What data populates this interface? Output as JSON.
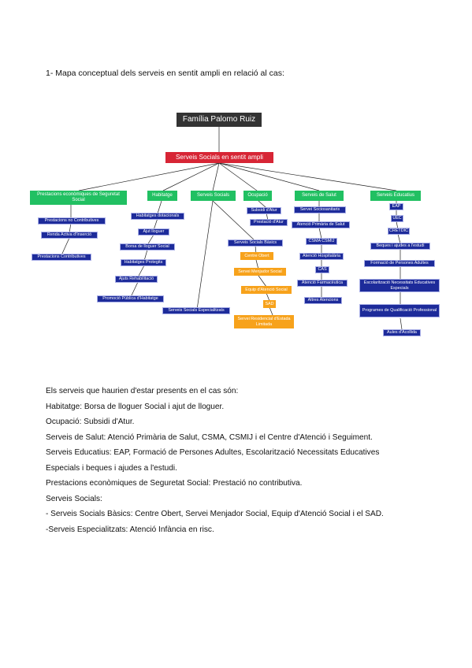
{
  "document": {
    "heading": "1- Mapa conceptual dels serveis en sentit ampli en relació al cas:",
    "paragraphs": [
      "Els serveis que haurien d'estar presents en el cas són:",
      "Habitatge: Borsa de lloguer Social i ajut de lloguer.",
      "Ocupació: Subsidi d'Atur.",
      "Serveis de Salut: Atenció Primària de Salut, CSMA, CSMIJ i el Centre d'Atenció i Seguiment.",
      "Serveis Educatius: EAP, Formació de Persones Adultes, Escolarització Necessitats Educatives",
      "Especials i beques i ajudes a l'estudi.",
      "Prestacions econòmiques de Seguretat Social: Prestació no contributiva.",
      "Serveis Socials:",
      "- Serveis Socials Bàsics: Centre Obert, Servei Menjador Social, Equip d'Atenció Social i el SAD.",
      "-Serveis Especialitzats: Atenció Infància en risc."
    ]
  },
  "concept_map": {
    "root": "Família Palomo Ruiz",
    "hub": "Serveis Socials en sentit ampli",
    "categories": [
      "Prestacions econòmiques de Seguretat Social",
      "Habitatge",
      "Serveis Socials",
      "Ocupació",
      "Serveis de Salut",
      "Serveis Educatius"
    ],
    "prestacions": [
      "Prestacions no Contributives",
      "Renda Activa d'Inserció",
      "Prestacions Contributives"
    ],
    "habitatge": [
      "Habitatges dotacionals",
      "Ajut lloguer",
      "Borsa de lloguer Social",
      "Habitatges Protegits",
      "Ajuts Rehabilitació",
      "Promoció Pública d'Habitatge"
    ],
    "serveis_socials": [
      "Serveis Socials Bàsics",
      "Centre Obert",
      "Servei Menjador Social",
      "Equip d'Atenció Social",
      "SAD",
      "Servei Residencial d'Estada Limitada",
      "Serveis Socials Especialitzats"
    ],
    "ocupacio": [
      "Subsidi d'Atur",
      "Prestació d'Atur"
    ],
    "salut": [
      "Servei Sociosanitaris",
      "Atenció Primària de Salut",
      "CSMA CSMIJ",
      "Atenció Hospitalària",
      "CAS",
      "Atenció Farmacèutica",
      "Altres Atencions"
    ],
    "educatius": [
      "EAP",
      "UEC",
      "CRETDIC",
      "Beques i ajudes a l'estudi",
      "Formació de Persones Adultes",
      "Escolarització Necessitats Educatives Especials",
      "Programes de Qualificació Professional",
      "Aules d'Acollida"
    ]
  }
}
